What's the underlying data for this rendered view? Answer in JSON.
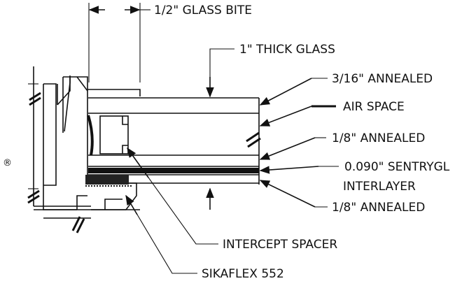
{
  "labels": {
    "glass_bite": "1/2\" GLASS BITE",
    "thick_glass": "1\" THICK GLASS",
    "annealed_top": "3/16\" ANNEALED",
    "air_space": "AIR SPACE",
    "annealed_mid": "1/8\" ANNEALED",
    "sentry": "0.090\" SENTRYGL",
    "interlayer": "INTERLAYER",
    "annealed_bottom": "1/8\" ANNEALED",
    "spacer": "INTERCEPT SPACER",
    "sikaflex": "SIKAFLEX 552",
    "registered": "®"
  }
}
